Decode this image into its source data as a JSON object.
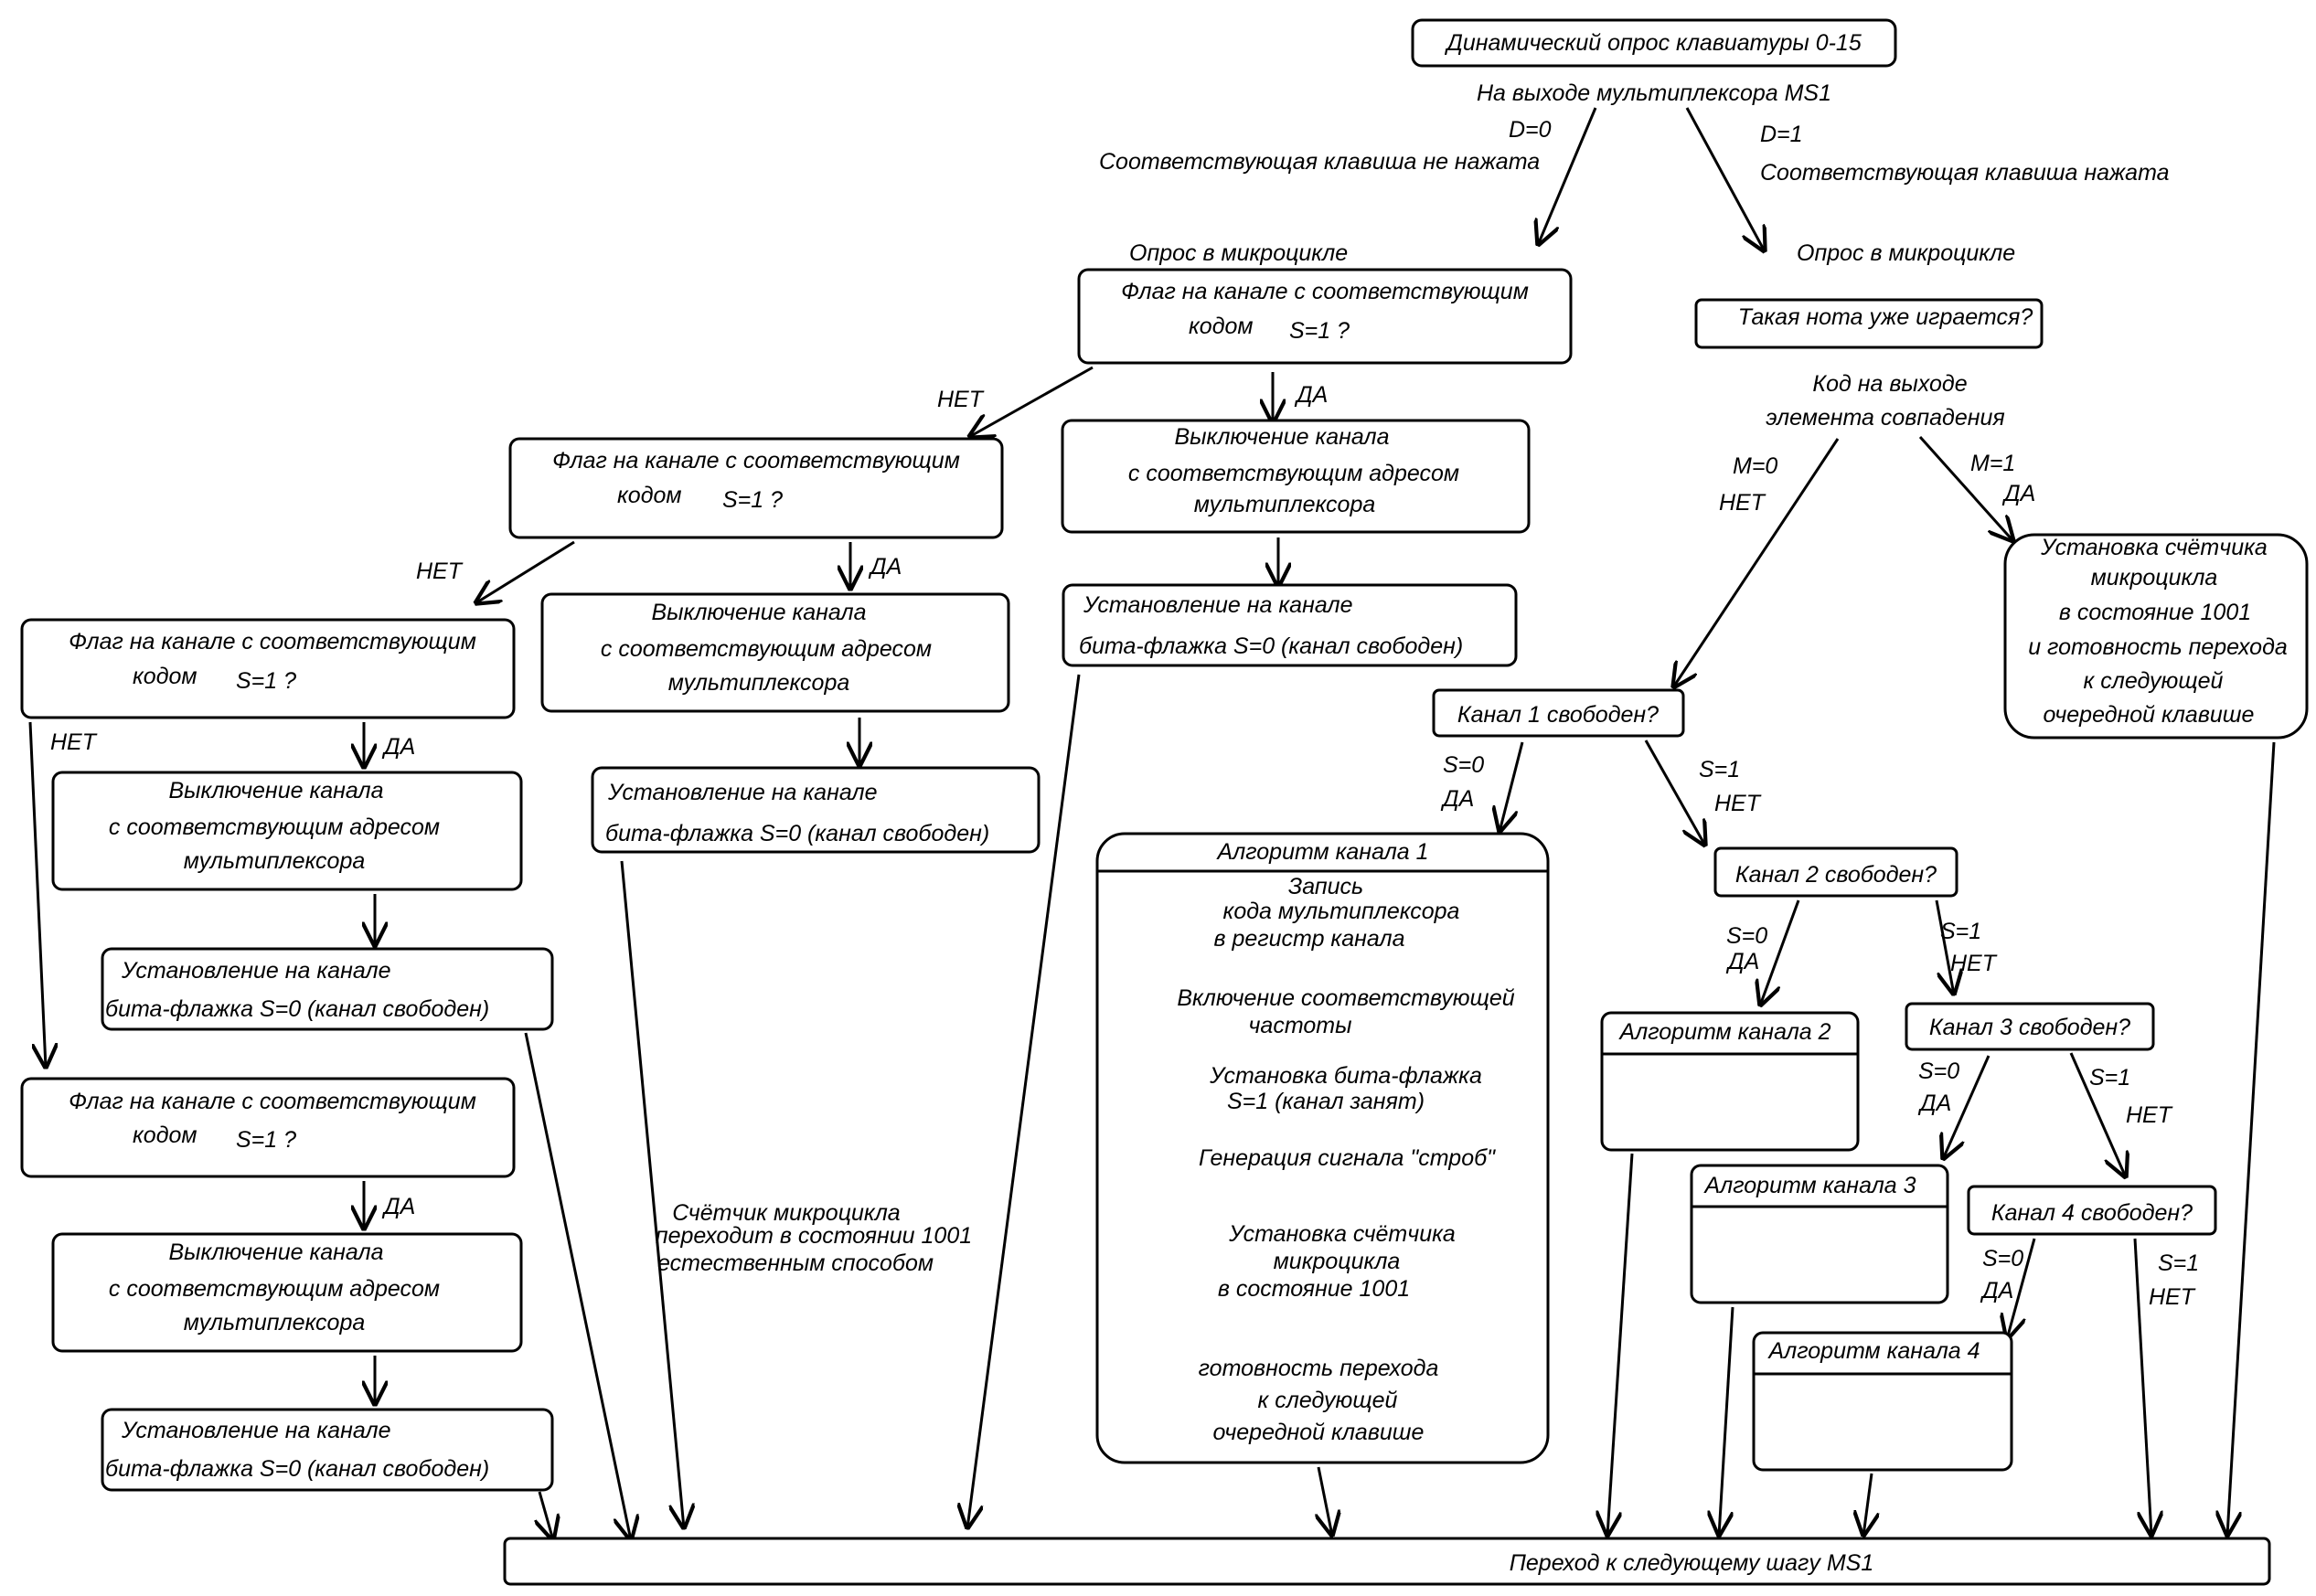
{
  "start": {
    "title": "Динамический опрос клавиатуры 0-15",
    "output": "На выходе мультиплексора MS1"
  },
  "d0": {
    "cond": "D=0",
    "desc": "Соответствующая клавиша не нажата",
    "poll": "Опрос в микроцикле"
  },
  "d1": {
    "cond": "D=1",
    "desc": "Соответствующая клавиша нажата",
    "poll": "Опрос в микроцикле"
  },
  "flag": {
    "l1": "Флаг на канале с соответствующим",
    "l2": "кодом",
    "cond": "S=1 ?"
  },
  "off": {
    "l1": "Выключение канала",
    "l2": "с соответствующим адресом",
    "l3": "мультиплексора"
  },
  "set": {
    "l1": "Установление на канале",
    "l2": "бита-флажка S=0 (канал свободен)"
  },
  "labels": {
    "yes": "ДА",
    "no": "НЕТ",
    "s0": "S=0",
    "s1": "S=1",
    "m0": "M=0",
    "m1": "M=1"
  },
  "counter_note": {
    "l1": "Счётчик микроцикла",
    "l2": "переходит в состоянии 1001",
    "l3": "естественным способом"
  },
  "right": {
    "note_q": "Такая нота уже играется?",
    "match_l1": "Код на выходе",
    "match_l2": "элемента совпадения",
    "install": [
      "Установка счётчика",
      "микроцикла",
      "в состояние 1001",
      "и готовность перехода",
      "к следующей",
      "очередной клавише"
    ],
    "ch1": "Канал 1 свободен?",
    "ch2": "Канал 2 свободен?",
    "ch3": "Канал 3 свободен?",
    "ch4": "Канал 4 свободен?"
  },
  "alg1": {
    "title": "Алгоритм канала 1",
    "lines": [
      "Запись",
      "кода мультиплексора",
      "в регистр канала",
      "Включение соответствующей",
      "частоты",
      "Установка бита-флажка",
      "S=1 (канал занят)",
      "Генерация сигнала \"строб\"",
      "Установка счётчика",
      "микроцикла",
      "в состояние 1001",
      "готовность перехода",
      "к следующей",
      "очередной клавише"
    ]
  },
  "alg2": {
    "title": "Алгоритм канала 2"
  },
  "alg3": {
    "title": "Алгоритм канала 3"
  },
  "alg4": {
    "title": "Алгоритм канала 4"
  },
  "final": {
    "title": "Переход к следующему шагу MS1"
  }
}
